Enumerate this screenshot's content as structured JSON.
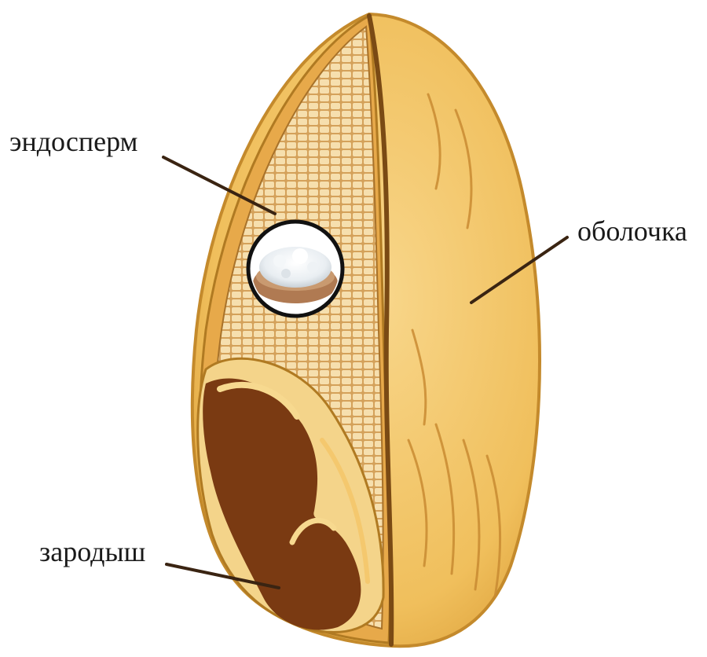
{
  "labels": {
    "endosperm": "эндосперм",
    "shell": "оболочка",
    "embryo": "зародыш"
  },
  "colors": {
    "shell_fill": "#f0bf5c",
    "shell_outline": "#b8862a",
    "endosperm_fill": "#d9a860",
    "endosperm_mesh": "#f6dfae",
    "embryo_fill": "#7a3a12",
    "embryo_highlight": "#f7d98f",
    "pointer": "#3a2412",
    "inset_ring": "#111111"
  }
}
